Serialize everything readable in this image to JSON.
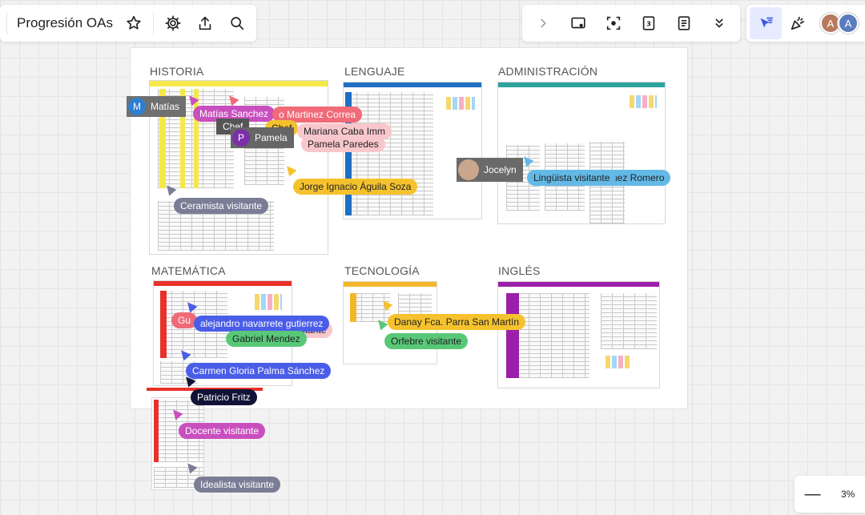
{
  "header": {
    "board_title": "Progresión OAs"
  },
  "collaborators": [
    {
      "initial": "A",
      "color": "#b87a5e"
    },
    {
      "initial": "A",
      "color": "#5a7bbd"
    }
  ],
  "sections": [
    {
      "label": "HISTORIA",
      "color": "#f5e94a"
    },
    {
      "label": "LENGUAJE",
      "color": "#1f6fc2"
    },
    {
      "label": "ADMINISTRACIÓN",
      "color": "#2ea3a0"
    },
    {
      "label": "MATEMÁTICA",
      "color": "#e8312a"
    },
    {
      "label": "TECNOLOGÍA",
      "color": "#f5b72a"
    },
    {
      "label": "INGLÉS",
      "color": "#9b1fa8"
    }
  ],
  "cursors": [
    {
      "label": "Matías",
      "color": "#707070",
      "avatar": "M",
      "avatar_color": "#2f7fd0"
    },
    {
      "label": "Matías Sanchez",
      "color": "#c94fbf"
    },
    {
      "label": "o Martinez Correa",
      "color": "#f06a77"
    },
    {
      "label": "Chef",
      "color": "#f5c22d",
      "text_color": "#222"
    },
    {
      "label": "Chef",
      "color": "#555"
    },
    {
      "label": "Pamela",
      "color": "#666",
      "avatar": "P",
      "avatar_color": "#7b2fa8"
    },
    {
      "label": "Mariana Caba Imm",
      "color": "#f8c7cc",
      "text_color": "#222"
    },
    {
      "label": "Pamela Paredes",
      "color": "#f8c7cc",
      "text_color": "#222"
    },
    {
      "label": "Jorge Ignacio Águila Soza",
      "color": "#f5c22d",
      "text_color": "#222"
    },
    {
      "label": "Ceramista visitante",
      "color": "#7a7d95"
    },
    {
      "label": "Jocelyn",
      "color": "#6a6a6a"
    },
    {
      "label": "Lingüista visitante",
      "color": "#63b9e6",
      "text_color": "#222"
    },
    {
      "label": "nez Romero",
      "color": "#63b9e6",
      "text_color": "#222"
    },
    {
      "label": "Gu",
      "color": "#f06a77"
    },
    {
      "label": "alejandro navarrete gutierrez",
      "color": "#4a5de8"
    },
    {
      "label": "itante",
      "color": "#f8c7cc",
      "text_color": "#222"
    },
    {
      "label": "Gabriel Mendez",
      "color": "#58c878",
      "text_color": "#222"
    },
    {
      "label": "Carmen Gloria Palma Sánchez",
      "color": "#4a5de8"
    },
    {
      "label": "Patricio Fritz",
      "color": "#101236"
    },
    {
      "label": "Docente visitante",
      "color": "#c94fbf"
    },
    {
      "label": "Idealista visitante",
      "color": "#7a7d95"
    },
    {
      "label": "Danay Fca. Parra San Martín",
      "color": "#f5c22d",
      "text_color": "#222"
    },
    {
      "label": "Orfebre visitante",
      "color": "#58c878",
      "text_color": "#222"
    }
  ],
  "zoom": {
    "level": "3%"
  }
}
